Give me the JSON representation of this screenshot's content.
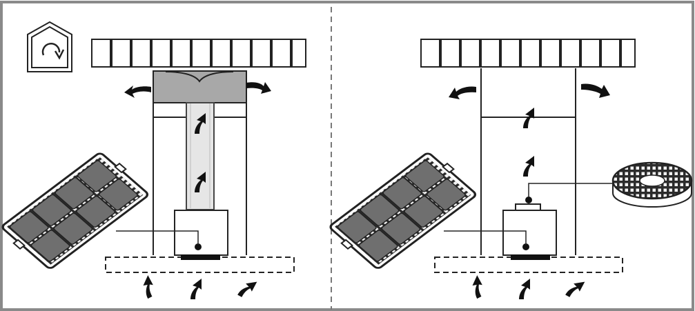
{
  "figure": {
    "kind": "installation-illustration",
    "colors": {
      "frame": "#8a8a8a",
      "outline": "#1a1a1a",
      "filter_fill": "#6f6f6f",
      "duct_fill": "#e6e6e6",
      "deflector_fill": "#a8a8a8",
      "arrow_fill": "#111111",
      "background": "#ffffff"
    },
    "panels": [
      {
        "id": "left",
        "mode_icon": "recirculation-house-icon",
        "components": [
          "ceiling-brick-strip",
          "air-deflector",
          "flexible-duct",
          "chimney-casing",
          "motor-unit",
          "hood-canopy",
          "grease-filter-panel"
        ],
        "airflow_arrows": 7
      },
      {
        "id": "right",
        "components": [
          "ceiling-brick-strip",
          "chimney-casing",
          "motor-unit",
          "hood-canopy",
          "grease-filter-panel",
          "round-carbon-filter"
        ],
        "airflow_arrows": 7
      }
    ]
  }
}
